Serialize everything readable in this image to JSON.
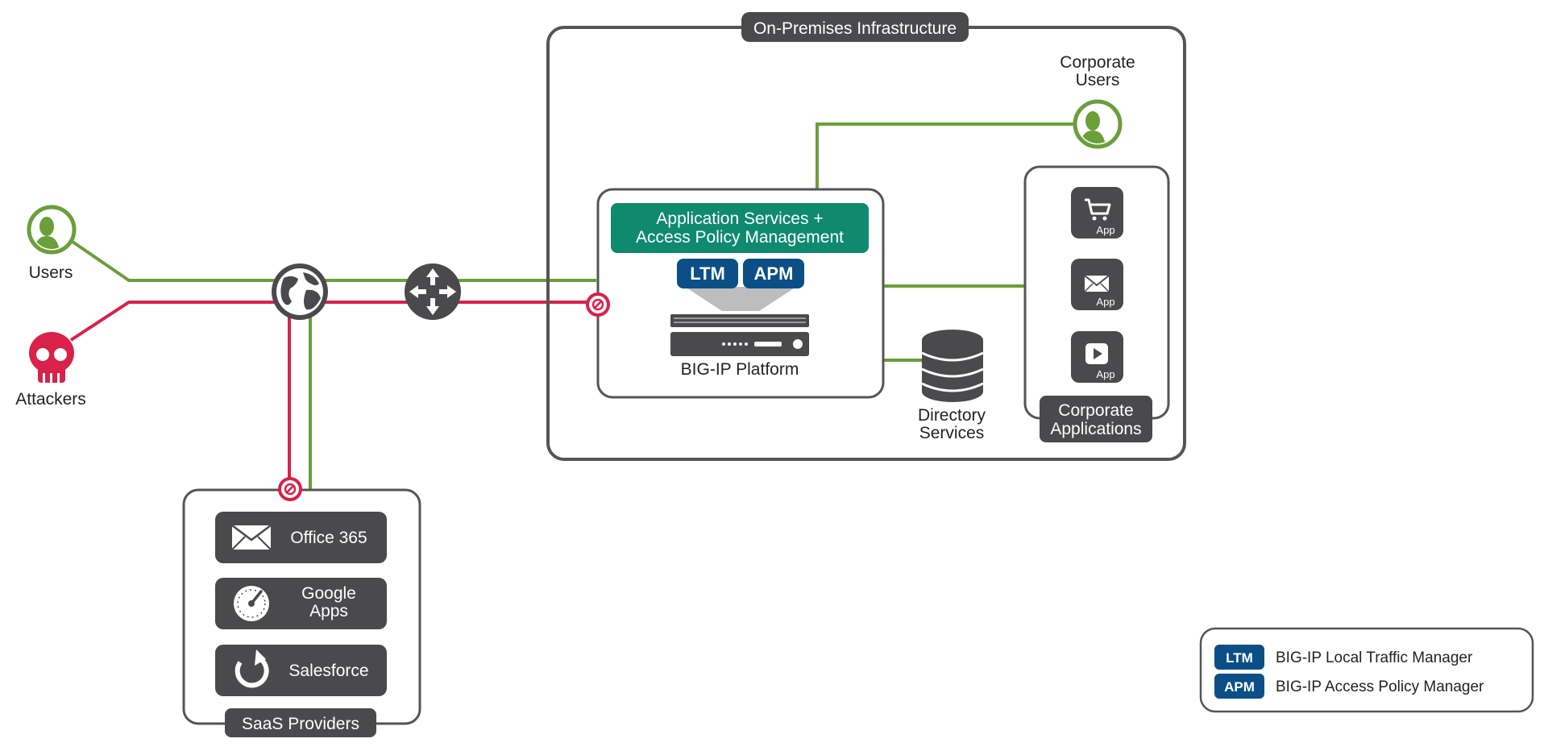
{
  "colors": {
    "green": "#6a9f3a",
    "red": "#d9214a",
    "dark": "#4a4a4c",
    "teal": "#0f8a6e",
    "blue": "#0b4f86",
    "border": "#555555"
  },
  "nodes": {
    "users": "Users",
    "attackers": "Attackers",
    "corporate_users": [
      "Corporate",
      "Users"
    ],
    "directory_services": [
      "Directory",
      "Services"
    ]
  },
  "on_prem": {
    "title": "On-Premises Infrastructure"
  },
  "bigip": {
    "services": [
      "Application Services +",
      "Access Policy Management"
    ],
    "ltm": "LTM",
    "apm": "APM",
    "platform": "BIG-IP Platform"
  },
  "corp_apps": {
    "title": [
      "Corporate",
      "Applications"
    ],
    "apps": [
      {
        "icon": "cart-icon",
        "label": "App"
      },
      {
        "icon": "mail-icon",
        "label": "App"
      },
      {
        "icon": "play-icon",
        "label": "App"
      }
    ]
  },
  "saas": {
    "title": "SaaS Providers",
    "items": [
      {
        "icon": "mail-icon",
        "label": [
          "Office 365"
        ]
      },
      {
        "icon": "gauge-icon",
        "label": [
          "Google",
          "Apps"
        ]
      },
      {
        "icon": "refresh-icon",
        "label": [
          "Salesforce"
        ]
      }
    ]
  },
  "legend": [
    {
      "abbr": "LTM",
      "text": "BIG-IP Local Traffic Manager"
    },
    {
      "abbr": "APM",
      "text": "BIG-IP Access Policy Manager"
    }
  ]
}
